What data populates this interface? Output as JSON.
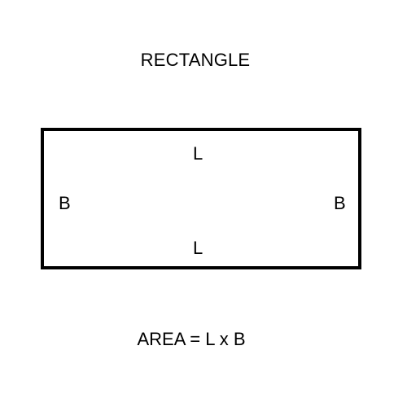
{
  "title": "RECTANGLE",
  "sides": {
    "top": "L",
    "bottom": "L",
    "left": "B",
    "right": "B"
  },
  "formula": "AREA = L x B",
  "colors": {
    "background": "#ffffff",
    "stroke": "#000000",
    "text": "#000000"
  }
}
